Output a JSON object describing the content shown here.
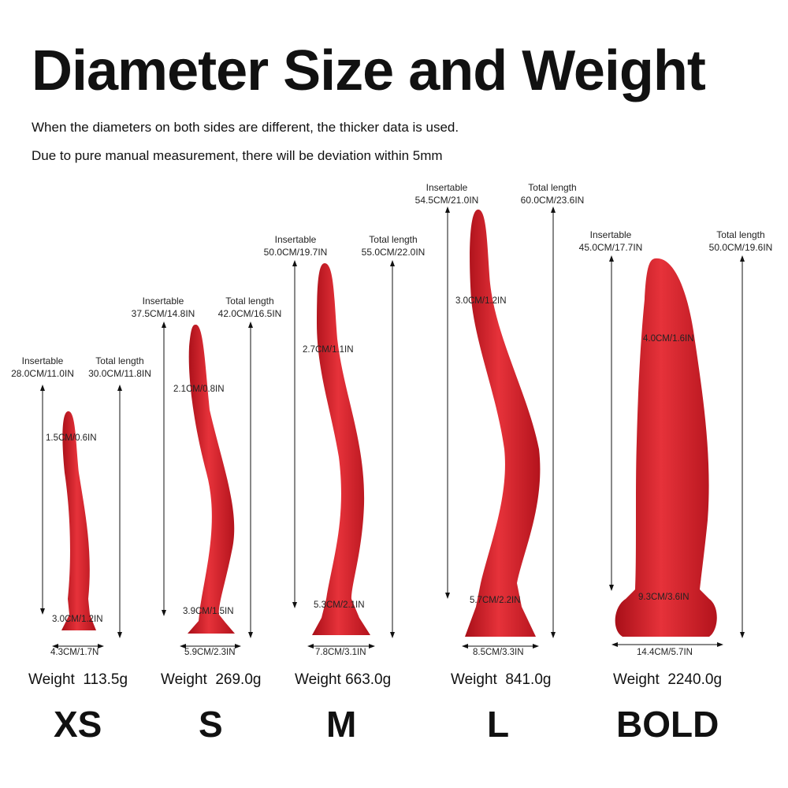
{
  "title": "Diameter Size and Weight",
  "notes": [
    "When the diameters on both sides are different, the thicker data is used.",
    "Due to pure manual measurement, there will be deviation within 5mm"
  ],
  "accent_color": "#d81c26",
  "products": [
    {
      "size": "XS",
      "insertable_label": "Insertable",
      "insertable": "28.0CM/11.0IN",
      "total_label": "Total length",
      "total": "30.0CM/11.8IN",
      "tip_diameter": "1.5CM/0.6IN",
      "base_diameter": "3.0CM/1.2IN",
      "foot_width": "4.3CM/1.7N",
      "weight_label": "Weight",
      "weight": "113.5g"
    },
    {
      "size": "S",
      "insertable_label": "Insertable",
      "insertable": "37.5CM/14.8IN",
      "total_label": "Total length",
      "total": "42.0CM/16.5IN",
      "tip_diameter": "2.1CM/0.8IN",
      "base_diameter": "3.9CM/1.5IN",
      "foot_width": "5.9CM/2.3IN",
      "weight_label": "Weight",
      "weight": "269.0g"
    },
    {
      "size": "M",
      "insertable_label": "Insertable",
      "insertable": "50.0CM/19.7IN",
      "total_label": "Total length",
      "total": "55.0CM/22.0IN",
      "tip_diameter": "2.7CM/1.1IN",
      "base_diameter": "5.3CM/2.1IN",
      "foot_width": "7.8CM/3.1IN",
      "weight_label": "Weight",
      "weight": "663.0g"
    },
    {
      "size": "L",
      "insertable_label": "Insertable",
      "insertable": "54.5CM/21.0IN",
      "total_label": "Total length",
      "total": "60.0CM/23.6IN",
      "tip_diameter": "3.0CM/1.2IN",
      "base_diameter": "5.7CM/2.2IN",
      "foot_width": "8.5CM/3.3IN",
      "weight_label": "Weight",
      "weight": "841.0g"
    },
    {
      "size": "BOLD",
      "insertable_label": "Insertable",
      "insertable": "45.0CM/17.7IN",
      "total_label": "Total length",
      "total": "50.0CM/19.6IN",
      "tip_diameter": "4.0CM/1.6IN",
      "base_diameter": "9.3CM/3.6IN",
      "foot_width": "14.4CM/5.7IN",
      "weight_label": "Weight",
      "weight": "2240.0g"
    }
  ]
}
